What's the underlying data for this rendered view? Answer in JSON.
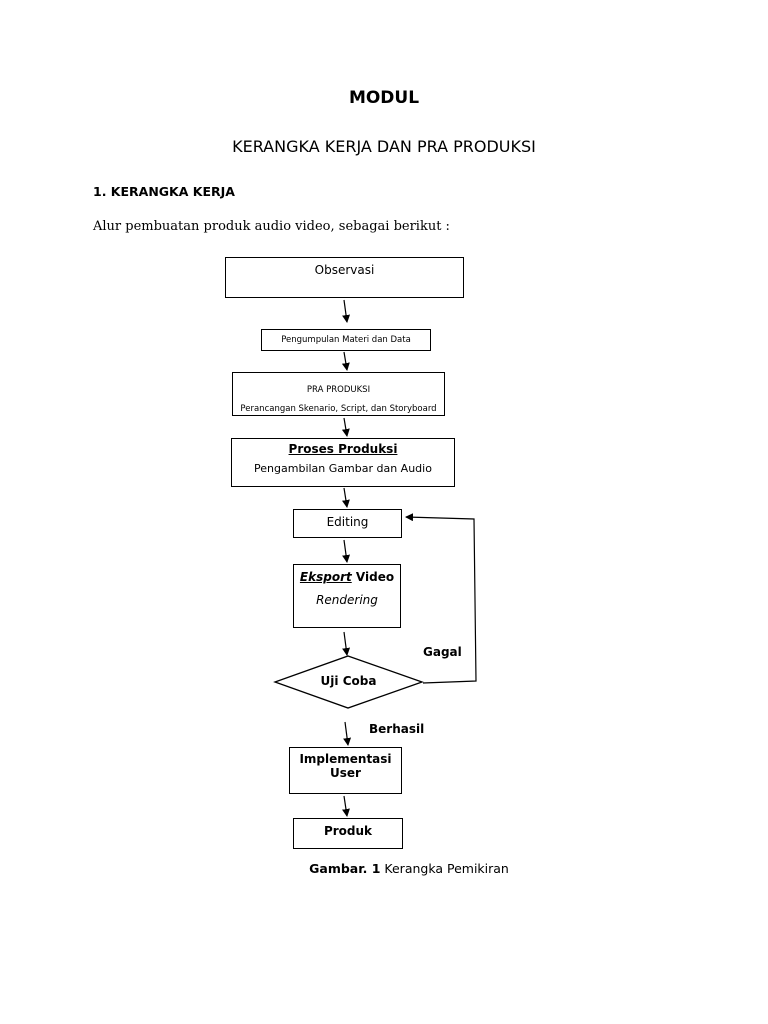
{
  "doc": {
    "title": "MODUL",
    "subtitle": "KERANGKA KERJA DAN PRA PRODUKSI",
    "section": "1.  KERANGKA KERJA",
    "intro": "Alur pembuatan produk audio video, sebagai berikut :"
  },
  "flow": {
    "observasi": "Observasi",
    "pengumpulan": "Pengumpulan Materi dan Data",
    "pra_title": "PRA PRODUKSI",
    "pra_sub": "Perancangan Skenario, Script, dan Storyboard",
    "proses_title": "Proses Produksi",
    "proses_sub": "Pengambilan Gambar dan Audio",
    "editing": "Editing",
    "eksport_em": "Eksport",
    "eksport_rest": " Video",
    "rendering": "Rendering",
    "uji": "Uji Coba",
    "gagal": "Gagal",
    "berhasil": "Berhasil",
    "implementasi_1": "Implementasi",
    "implementasi_2": "User",
    "produk": "Produk"
  },
  "caption": {
    "bold": "Gambar. 1",
    "rest": " Kerangka Pemikiran"
  }
}
